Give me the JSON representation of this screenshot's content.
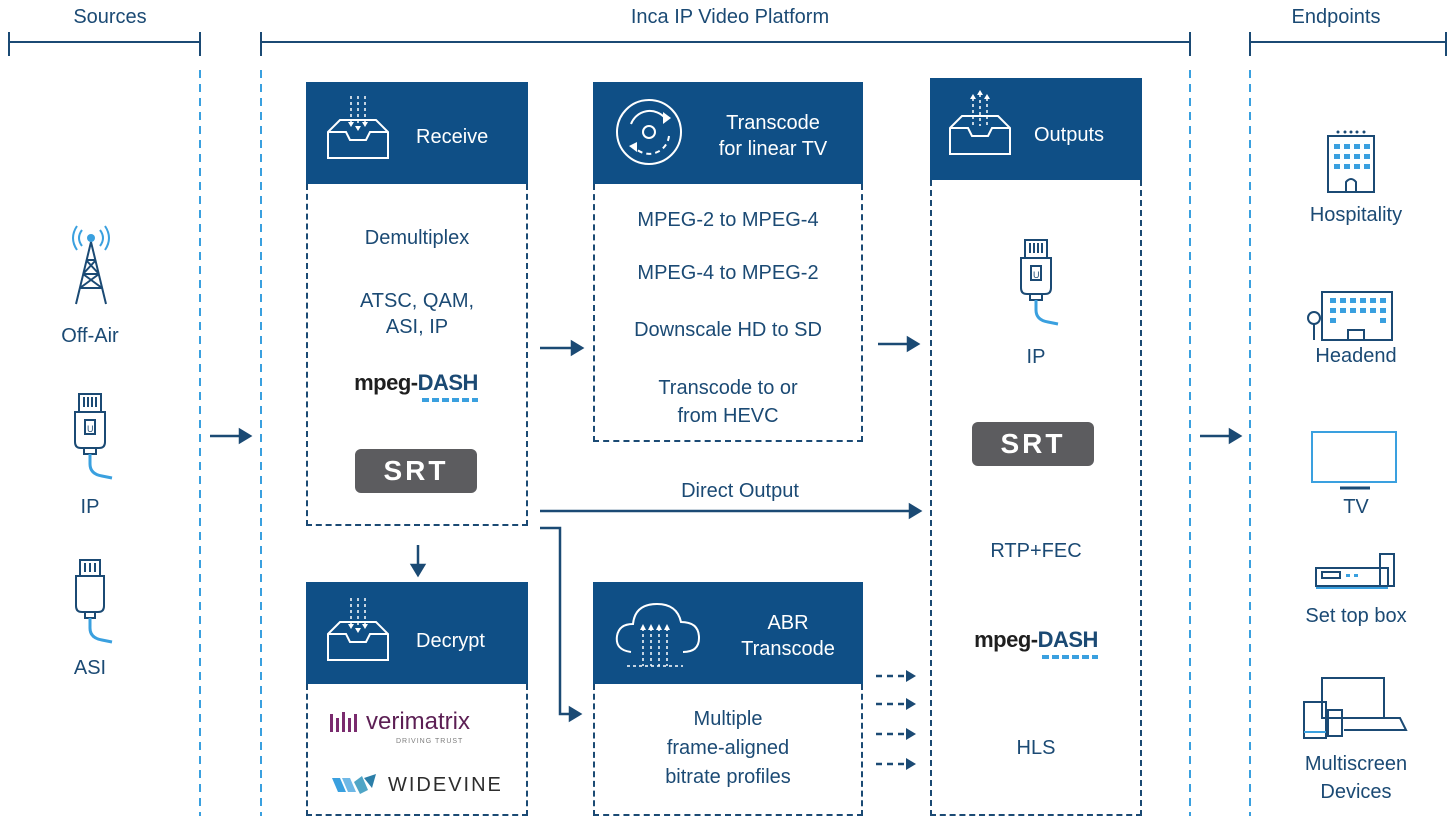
{
  "headers": {
    "sources": "Sources",
    "platform": "Inca IP Video Platform",
    "endpoints": "Endpoints"
  },
  "sources": {
    "off_air": "Off-Air",
    "ip": "IP",
    "asi": "ASI"
  },
  "receive": {
    "title": "Receive",
    "items": [
      "Demultiplex",
      "ATSC, QAM,\nASI, IP"
    ],
    "mpeg_dash": "mpeg-",
    "mpeg_dash_bold": "DASH",
    "srt": "SRT"
  },
  "transcode": {
    "title_line1": "Transcode",
    "title_line2": "for linear TV",
    "items": [
      "MPEG-2 to MPEG-4",
      "MPEG-4 to MPEG-2",
      "Downscale HD to SD",
      "Transcode to or",
      "from HEVC"
    ]
  },
  "outputs": {
    "title": "Outputs",
    "ip": "IP",
    "srt": "SRT",
    "rtp": "RTP+FEC",
    "mpeg_dash": "mpeg-",
    "mpeg_dash_bold": "DASH",
    "hls": "HLS"
  },
  "decrypt": {
    "title": "Decrypt",
    "verimatrix": "verimatrix",
    "verimatrix_tag": "DRIVING TRUST",
    "widevine": "WIDEVINE"
  },
  "abr": {
    "title_line1": "ABR",
    "title_line2": "Transcode",
    "items": [
      "Multiple",
      "frame-aligned",
      "bitrate profiles"
    ]
  },
  "direct_output": "Direct Output",
  "endpoints": {
    "hospitality": "Hospitality",
    "headend": "Headend",
    "tv": "TV",
    "set_top_box": "Set top box",
    "multiscreen_1": "Multiscreen",
    "multiscreen_2": "Devices"
  },
  "colors": {
    "navy": "#0f4f86",
    "text": "#1b4a74",
    "accent": "#3aa0df",
    "srt_bg": "#5c5c5f"
  }
}
